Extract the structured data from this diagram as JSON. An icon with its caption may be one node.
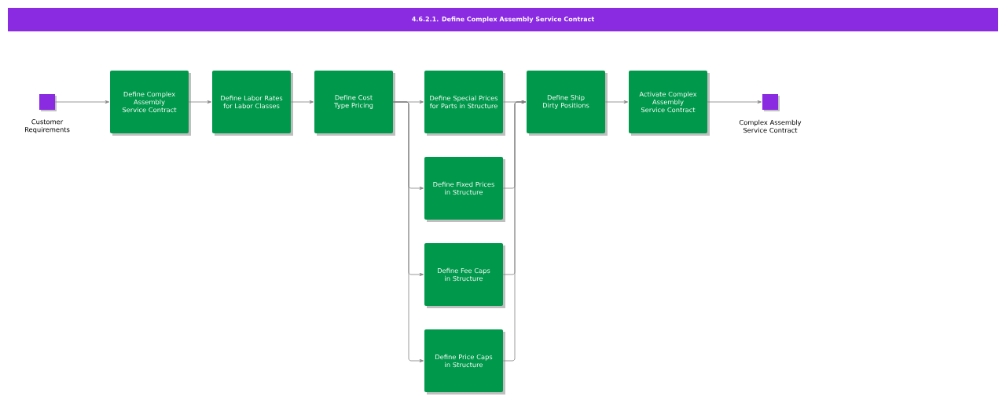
{
  "diagram": {
    "title": "4.6.2.1. Define Complex Assembly Service Contract",
    "nodes": [
      {
        "text": [],
        "shape": "box",
        "beside": [
          "Customer Requirements"
        ]
      },
      {
        "text": [
          "Define Complex Assembly Service Contract"
        ]
      },
      {
        "text": [
          "Define Labor Rates for Labor Classes"
        ]
      },
      {
        "text": [
          "Define Cost Type Pricing"
        ]
      },
      {
        "text": [
          "Define Special Prices for Parts in Structure"
        ]
      },
      {
        "text": [
          "Define Fixed Prices in Structure"
        ]
      },
      {
        "text": [
          "Define Fee Caps in Structure"
        ]
      },
      {
        "text": [
          "Define Price Caps in Structure"
        ]
      },
      {
        "text": [
          "Define Ship Dirty Positions"
        ]
      },
      {
        "text": [
          "Activate Complex Assembly Service Contract"
        ]
      },
      {
        "text": [],
        "shape": "box",
        "beside": [
          "Complex Assembly Service Contract"
        ]
      }
    ],
    "edges": [
      {
        "from": 0,
        "to": 1,
        "arrow": "to"
      },
      {
        "from": 1,
        "to": 2,
        "arrow": "to"
      },
      {
        "from": 2,
        "to": 3,
        "arrow": "to"
      },
      {
        "from": 3,
        "to": 4,
        "arrow": "to"
      },
      {
        "from": 3,
        "to": 5,
        "arrow": "to"
      },
      {
        "from": 3,
        "to": 6,
        "arrow": "to"
      },
      {
        "from": 3,
        "to": 7,
        "arrow": "to"
      },
      {
        "from": 4,
        "to": 8,
        "arrow": "to"
      },
      {
        "from": 5,
        "to": 8,
        "arrow": "to"
      },
      {
        "from": 6,
        "to": 8,
        "arrow": "to"
      },
      {
        "from": 7,
        "to": 8,
        "arrow": "to"
      },
      {
        "from": 8,
        "to": 9,
        "arrow": "to"
      },
      {
        "from": 9,
        "to": 10,
        "arrow": "to"
      }
    ]
  }
}
